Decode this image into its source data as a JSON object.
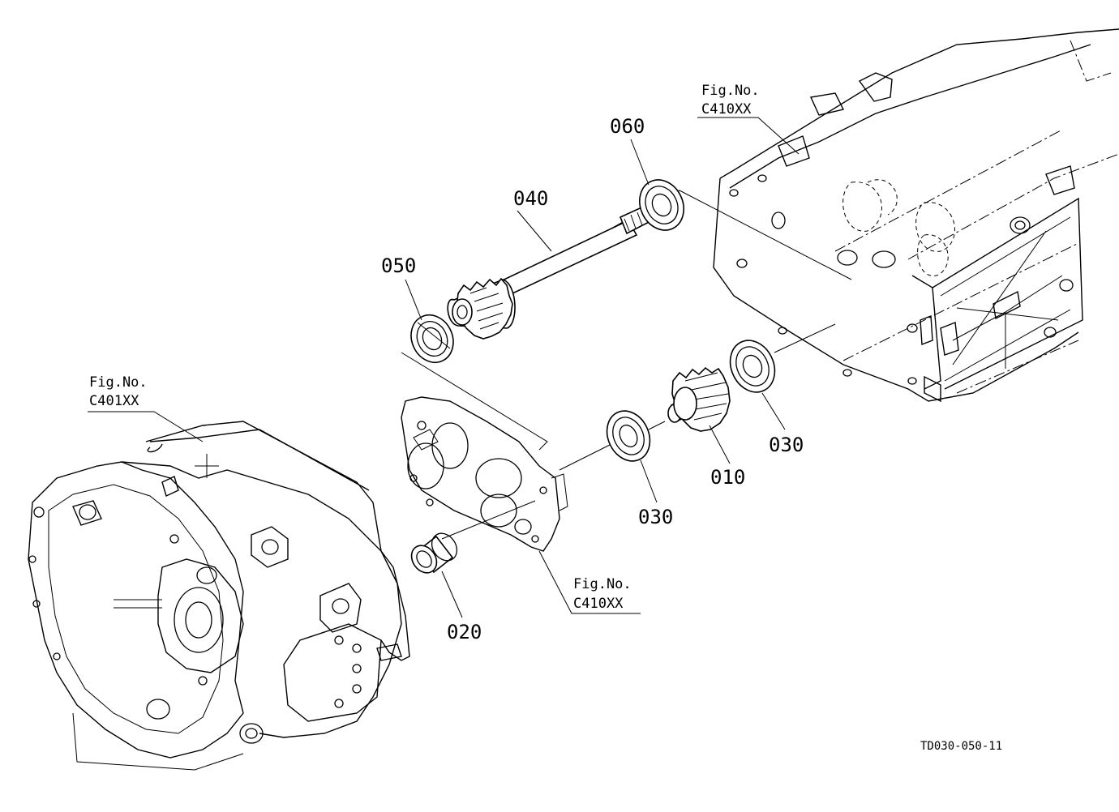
{
  "parts": [
    {
      "id": "p010",
      "label": "010"
    },
    {
      "id": "p020",
      "label": "020"
    },
    {
      "id": "p030a",
      "label": "030"
    },
    {
      "id": "p030b",
      "label": "030"
    },
    {
      "id": "p040",
      "label": "040"
    },
    {
      "id": "p050",
      "label": "050"
    },
    {
      "id": "p060",
      "label": "060"
    }
  ],
  "figure_refs": [
    {
      "id": "ref-top",
      "line1": "Fig.No.",
      "line2": "C410XX"
    },
    {
      "id": "ref-left",
      "line1": "Fig.No.",
      "line2": "C401XX"
    },
    {
      "id": "ref-mid",
      "line1": "Fig.No.",
      "line2": "C410XX"
    }
  ],
  "drawing_code": "TD030-050-11"
}
